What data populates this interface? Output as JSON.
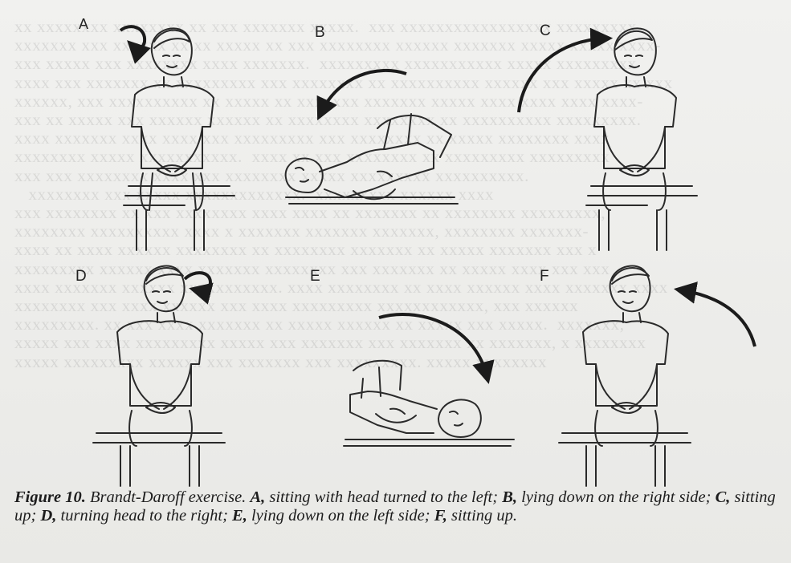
{
  "figure": {
    "panels": [
      {
        "letter": "A",
        "pose": "sitting-head-left",
        "arrow": "curl-left"
      },
      {
        "letter": "B",
        "pose": "lying-right",
        "arrow": "arc-down"
      },
      {
        "letter": "C",
        "pose": "sitting-up",
        "arrow": "arc-up"
      },
      {
        "letter": "D",
        "pose": "sitting-head-right",
        "arrow": "curl-right"
      },
      {
        "letter": "E",
        "pose": "lying-left",
        "arrow": "arc-down-right"
      },
      {
        "letter": "F",
        "pose": "sitting-up",
        "arrow": "arc-up-left"
      }
    ]
  },
  "caption": {
    "label": "Figure 10.",
    "text_1": " Brandt-Daroff exercise. ",
    "A": "A,",
    "A_text": " sitting with head turned to the left; ",
    "B": "B,",
    "B_text": " lying down on the right side; ",
    "C": "C,",
    "C_text": " sitting up; ",
    "D": "D,",
    "D_text": " turning head to the right; ",
    "E": "E,",
    "E_text": " lying down on the left side; ",
    "F": "F,",
    "F_text": " sitting up."
  }
}
